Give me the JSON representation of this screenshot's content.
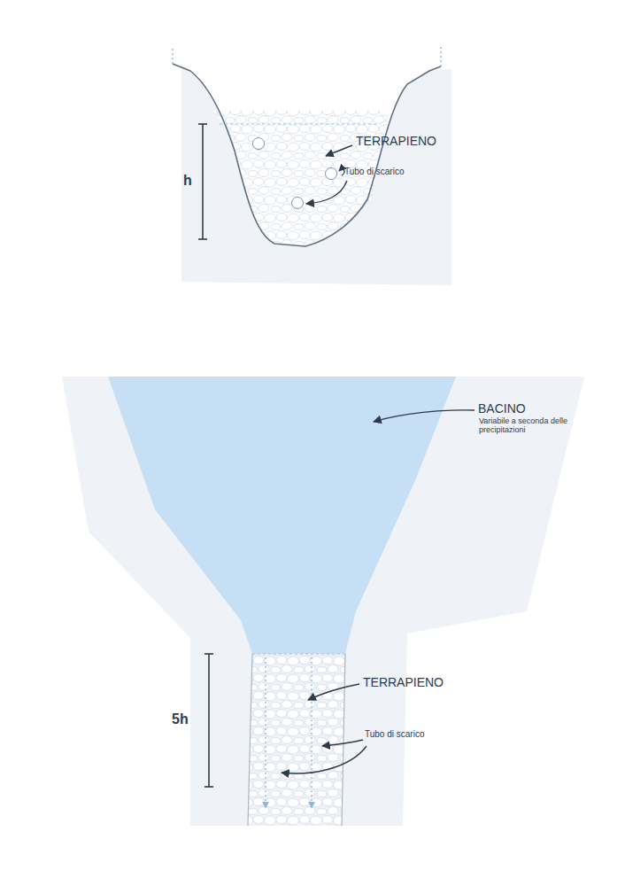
{
  "diagram": {
    "labels": [
      "TERRAPIENO",
      "Tubo di scarico",
      "h",
      "BACINO",
      "Variabile a seconda delle precipitazioni",
      "5h",
      "TERRAPIENO",
      "Tubo di scarico"
    ]
  }
}
